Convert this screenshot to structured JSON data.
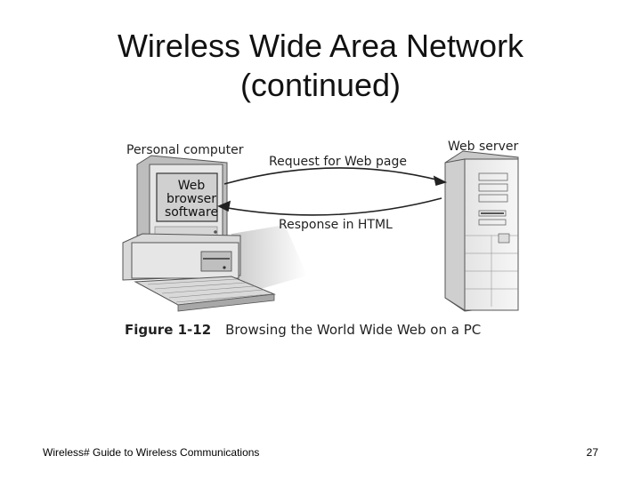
{
  "slide": {
    "title_line1": "Wireless Wide Area Network",
    "title_line2": "(continued)"
  },
  "figure": {
    "left_label": "Personal computer",
    "right_label": "Web server",
    "request_label": "Request for Web page",
    "response_label": "Response in HTML",
    "screen_text": [
      "Web",
      "browser",
      "software"
    ],
    "caption_number": "Figure 1-12",
    "caption_text": "Browsing the World Wide Web on a PC"
  },
  "footer": {
    "left": "Wireless# Guide to Wireless Communications",
    "page_number": "27"
  }
}
